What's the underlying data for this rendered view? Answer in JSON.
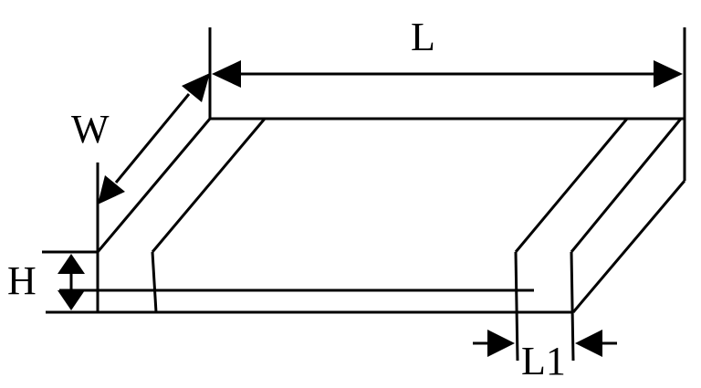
{
  "diagram": {
    "labels": {
      "length": "L",
      "width": "W",
      "height": "H",
      "terminal_length": "L1"
    },
    "colors": {
      "stroke": "#000000",
      "background": "#ffffff"
    }
  }
}
